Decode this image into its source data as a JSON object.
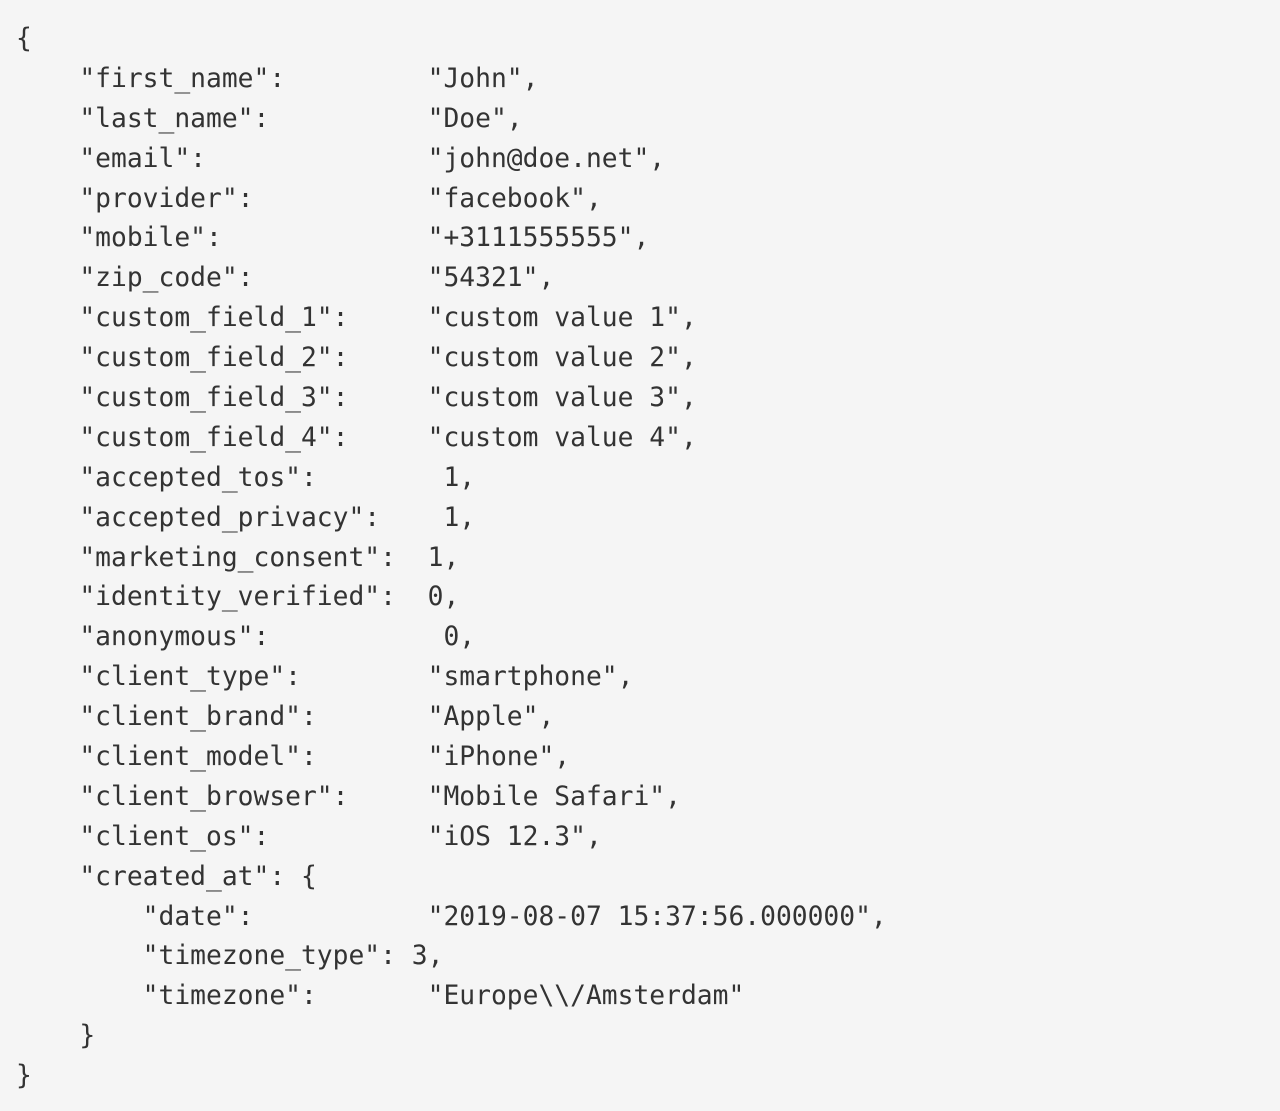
{
  "code_lines": [
    "{",
    "    \"first_name\":         \"John\",",
    "    \"last_name\":          \"Doe\",",
    "    \"email\":              \"john@doe.net\",",
    "    \"provider\":           \"facebook\",",
    "    \"mobile\":             \"+3111555555\",",
    "    \"zip_code\":           \"54321\",",
    "    \"custom_field_1\":     \"custom value 1\",",
    "    \"custom_field_2\":     \"custom value 2\",",
    "    \"custom_field_3\":     \"custom value 3\",",
    "    \"custom_field_4\":     \"custom value 4\",",
    "    \"accepted_tos\":        1,",
    "    \"accepted_privacy\":    1,",
    "    \"marketing_consent\":  1,",
    "    \"identity_verified\":  0,",
    "    \"anonymous\":           0,",
    "    \"client_type\":        \"smartphone\",",
    "    \"client_brand\":       \"Apple\",",
    "    \"client_model\":       \"iPhone\",",
    "    \"client_browser\":     \"Mobile Safari\",",
    "    \"client_os\":          \"iOS 12.3\",",
    "    \"created_at\": {",
    "        \"date\":           \"2019-08-07 15:37:56.000000\",",
    "        \"timezone_type\": 3,",
    "        \"timezone\":       \"Europe\\\\/Amsterdam\"",
    "    }",
    "}"
  ]
}
